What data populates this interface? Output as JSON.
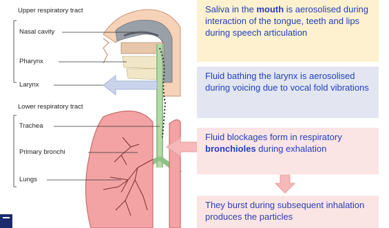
{
  "labels": {
    "upper_tract": "Upper respiratory tract",
    "nasal_cavity": "Nasal cavity",
    "pharynx": "Pharynx",
    "larynx": "Larynx",
    "lower_tract": "Lower respiratory tract",
    "trachea": "Trachea",
    "primary_bronchi": "Primary bronchi",
    "lungs": "Lungs"
  },
  "boxes": {
    "mouth": {
      "before": "Saliva in the ",
      "bold": "mouth",
      "after": " is aerosolised during interaction of the tongue, teeth and lips during speech articulation"
    },
    "larynx": {
      "text": "Fluid bathing the larynx is aerosolised during voicing due to vocal fold vibrations"
    },
    "bronchioles": {
      "before": "Fluid blockages form in respiratory ",
      "bold": "bronchioles",
      "after": " during exhalation"
    },
    "burst": {
      "text": "They burst during subsequent inhalation produces the particles"
    }
  },
  "colors": {
    "box1": "#fdf1cf",
    "box2": "#e3e6f1",
    "box3": "#fbe4e4",
    "text": "#1f3fbf",
    "lung": "#f3a3a3",
    "trachea": "#b7d8a8",
    "arrow_blue": "#c9d3ea",
    "arrow_pink": "#f6b8b8"
  }
}
